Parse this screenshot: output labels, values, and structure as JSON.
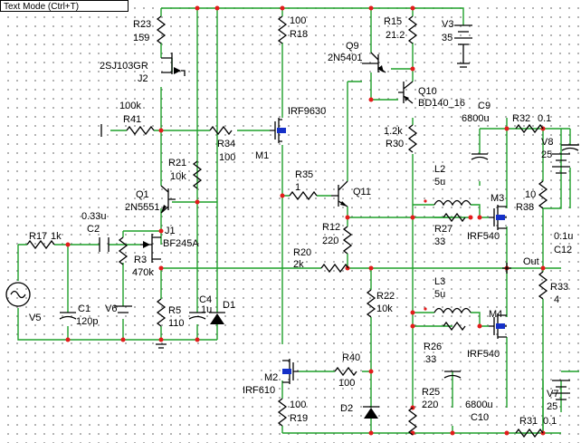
{
  "toolbar": {
    "mode_label": "Text Mode (Ctrl+T)"
  },
  "labels": {
    "R23": "R23",
    "R23_val": "159",
    "J2_part": "2SJ103GR",
    "J2": "J2",
    "R41_val": "100k",
    "R41": "R41",
    "R21": "R21",
    "R21_val": "10k",
    "Q1": "Q1",
    "Q1_part": "2N5551",
    "C2_val": "0.33u",
    "C2": "C2",
    "R17": "R17",
    "R17_val": "1k",
    "J1": "J1",
    "J1_part": "BF245A",
    "R3": "R3",
    "R3_val": "470k",
    "C1": "C1",
    "C1_val": "120p",
    "V5": "V5",
    "V6": "V6",
    "R5": "R5",
    "R5_val": "110",
    "C4": "C4",
    "C4_val": "1u",
    "D1": "D1",
    "R18_val": "100",
    "R18": "R18",
    "R34": "R34",
    "R34_val": "100",
    "M1_part": "IRF9630",
    "M1": "M1",
    "R35": "R35",
    "R35_val": "1",
    "R12": "R12",
    "R12_val": "220",
    "R20": "R20",
    "R20_val": "2k",
    "Q9": "Q9",
    "Q9_part": "2N5401",
    "R15": "R15",
    "R15_val": "21.2",
    "V3": "V3",
    "V3_val": "35",
    "Q10": "Q10",
    "Q10_part": "BD140_16",
    "R30_val": "1.2k",
    "R30": "R30",
    "Q11": "Q11",
    "C9": "C9",
    "C9_val": "6800u",
    "R32": "R32",
    "R32_val": "0.1",
    "V8": "V8",
    "V8_val": "25",
    "L2": "L2",
    "L2_val": "5u",
    "M3": "M3",
    "R38_val": "10",
    "R38": "R38",
    "R27": "R27",
    "R27_val": "33",
    "M3_part": "IRF540",
    "C12_val": "0.1u",
    "C12": "C12",
    "Out": "Out",
    "R33": "R33",
    "R33_val": "4",
    "R22": "R22",
    "R22_val": "10k",
    "L3": "L3",
    "L3_val": "5u",
    "M4": "M4",
    "R26": "R26",
    "R26_val": "33",
    "M4_part": "IRF540",
    "M2": "M2",
    "M2_part": "IRF610",
    "R40": "R40",
    "R40_val": "100",
    "R19_val": "100",
    "R19": "R19",
    "D2": "D2",
    "R25": "R25",
    "R25_val": "220",
    "C10_val": "6800u",
    "C10": "C10",
    "V7": "V7",
    "V7_val": "25",
    "R31": "R31",
    "R31_val": "0.1"
  },
  "colors": {
    "wire": "#1fa02a",
    "junction": "#e31b1b",
    "component": "#000000",
    "device_fill": "#1530c8"
  }
}
